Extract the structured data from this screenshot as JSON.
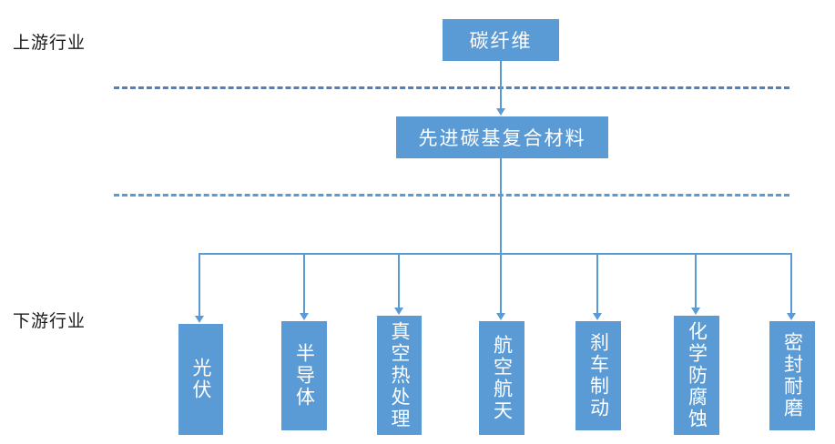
{
  "diagram": {
    "type": "flowchart",
    "title_visible": false,
    "colors": {
      "node_fill": "#5B9BD5",
      "node_text": "#FFFFFF",
      "connector": "#5B9BD5",
      "divider_upper": "#4F81BD",
      "divider_lower": "#5B9BD5",
      "label_text": "#1A1A1A",
      "background": "#FFFFFF"
    },
    "tiers": [
      {
        "id": "upstream",
        "label": "上游行业"
      },
      {
        "id": "downstream",
        "label": "下游行业"
      }
    ],
    "nodes": {
      "upstream": {
        "label": "碳纤维",
        "orientation": "horizontal"
      },
      "midstream": {
        "label": "先进碳基复合材料",
        "orientation": "horizontal"
      }
    },
    "downstream_nodes": [
      {
        "label": "光伏",
        "orientation": "vertical"
      },
      {
        "label": "半导体",
        "orientation": "vertical"
      },
      {
        "label": "真空热处理",
        "orientation": "vertical"
      },
      {
        "label": "航空航天",
        "orientation": "vertical"
      },
      {
        "label": "刹车制动",
        "orientation": "vertical"
      },
      {
        "label": "化学防腐蚀",
        "orientation": "vertical"
      },
      {
        "label": "密封耐磨",
        "orientation": "vertical"
      }
    ],
    "dividers": [
      {
        "id": "divider-upper",
        "style": "dashed"
      },
      {
        "id": "divider-lower",
        "style": "dashed"
      }
    ]
  }
}
